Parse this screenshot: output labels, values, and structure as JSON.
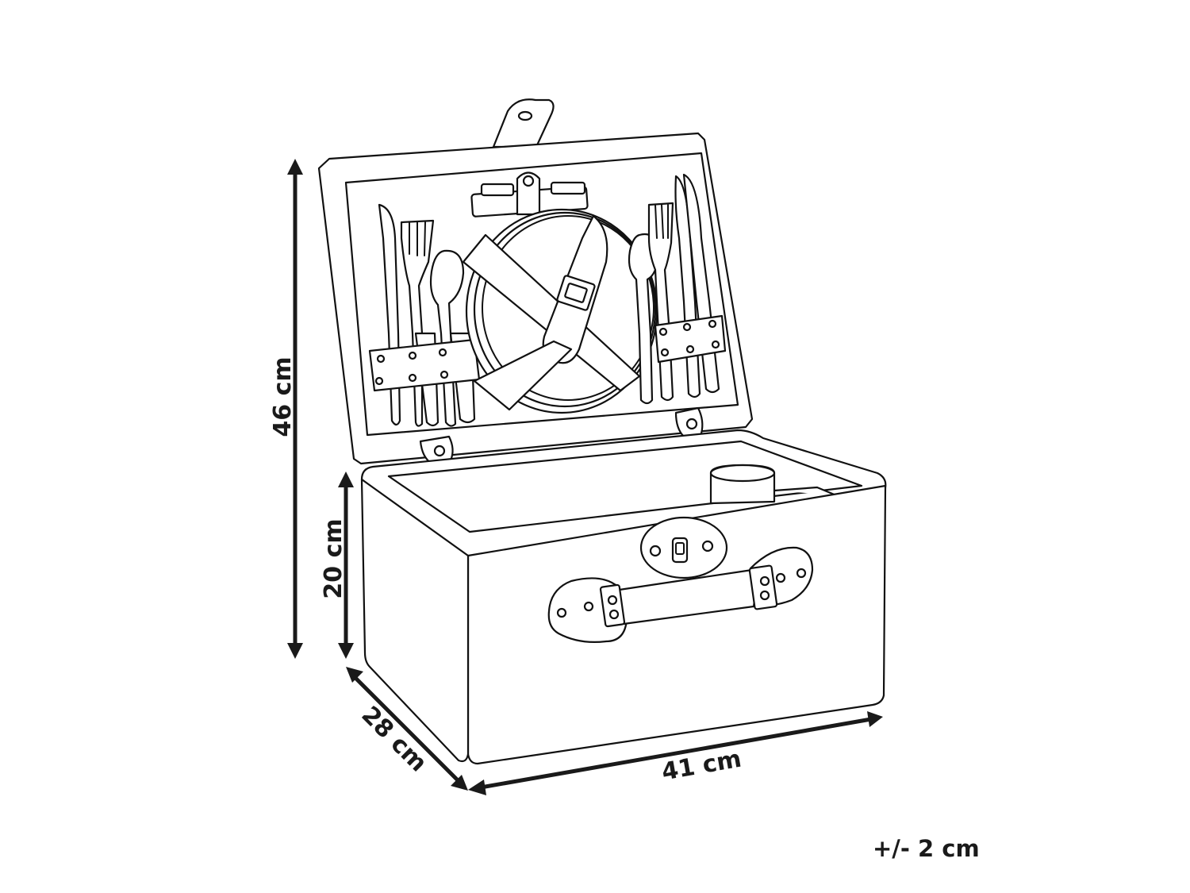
{
  "dimensions": {
    "total_height": "46 cm",
    "body_height": "20 cm",
    "depth": "28 cm",
    "width": "41 cm",
    "tolerance": "+/- 2 cm"
  },
  "colors": {
    "line": "#111111",
    "dimension": "#1a1a1a",
    "background": "#ffffff"
  }
}
